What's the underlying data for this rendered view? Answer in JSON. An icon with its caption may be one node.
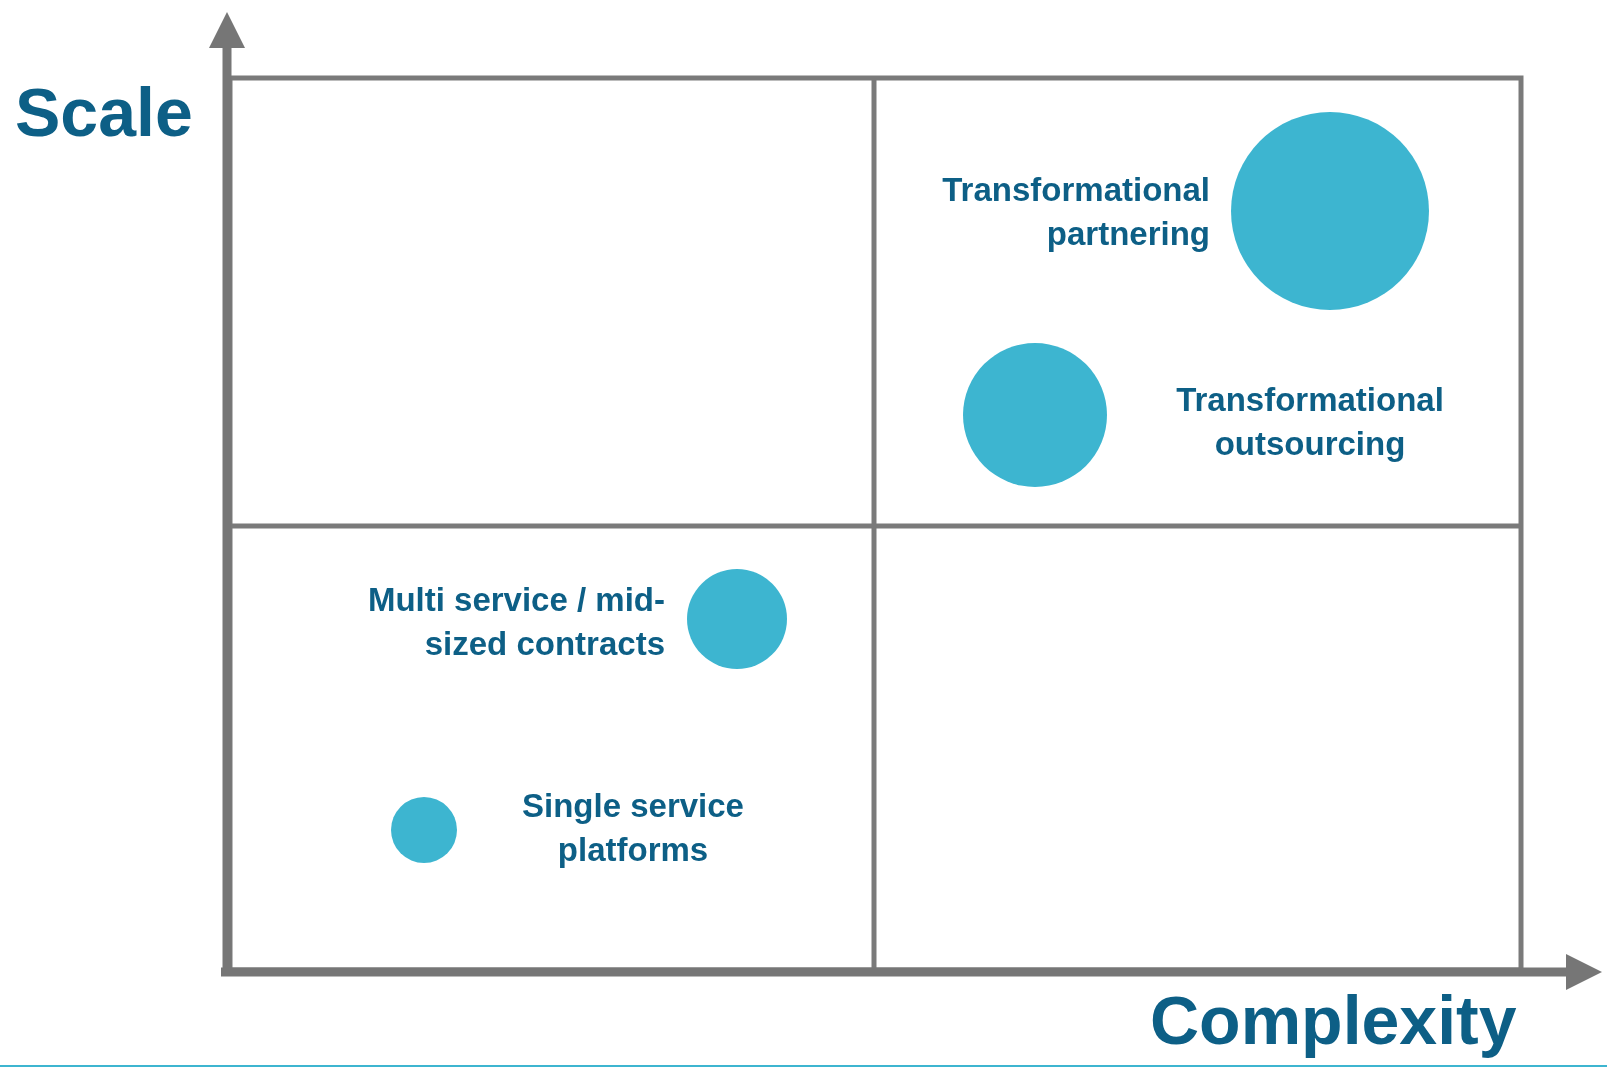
{
  "diagram": {
    "nodes": [
      {
        "text": [],
        "shape": "circle",
        "beside": [
          "Transformational partnering"
        ]
      },
      {
        "text": [],
        "shape": "circle",
        "beside": [
          "Transformational outsourcing"
        ]
      },
      {
        "text": [],
        "shape": "circle",
        "beside": [
          "Multi service / mid-sized contracts"
        ]
      },
      {
        "text": [],
        "shape": "circle",
        "beside": [
          "Single service platforms"
        ]
      }
    ],
    "edges": [],
    "labels": [
      "Scale",
      "Complexity"
    ]
  }
}
